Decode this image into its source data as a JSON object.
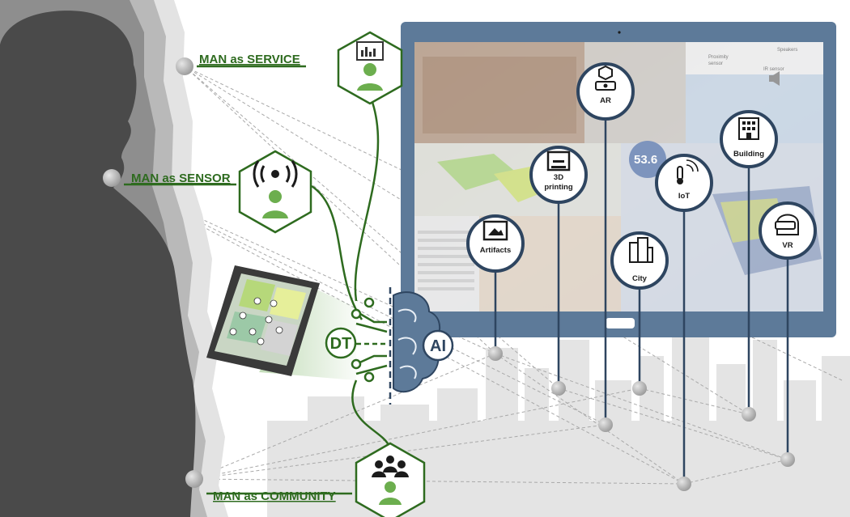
{
  "man_labels": {
    "service": "MAN as SERVICE",
    "sensor": "MAN as SENSOR",
    "community": "MAN as COMMUNITY"
  },
  "center": {
    "dt": "DT",
    "ai": "AI"
  },
  "tech_nodes": {
    "artifacts": "Artifacts",
    "printing_line1": "3D",
    "printing_line2": "printing",
    "ar": "AR",
    "iot": "IoT",
    "city": "City",
    "building": "Building",
    "vr": "VR"
  },
  "screen": {
    "reading": "53.6",
    "sensor_text_1": "Proximity",
    "sensor_text_2": "sensor",
    "sensor_text_3": "IR sensor",
    "sensor_text_4": "Speakers"
  },
  "colors": {
    "green": "#2e6b1f",
    "navy": "#2e4560",
    "frame": "#5d7a99",
    "silhouette": "#4a4a4a"
  },
  "icons": [
    "presentation-icon",
    "broadcast-icon",
    "people-group-icon",
    "brain-icon",
    "picture-frame-icon",
    "printer-3d-icon",
    "ar-cube-icon",
    "thermometer-wifi-icon",
    "city-buildings-icon",
    "office-building-icon",
    "vr-headset-icon",
    "speaker-icon",
    "tablet-icon"
  ]
}
